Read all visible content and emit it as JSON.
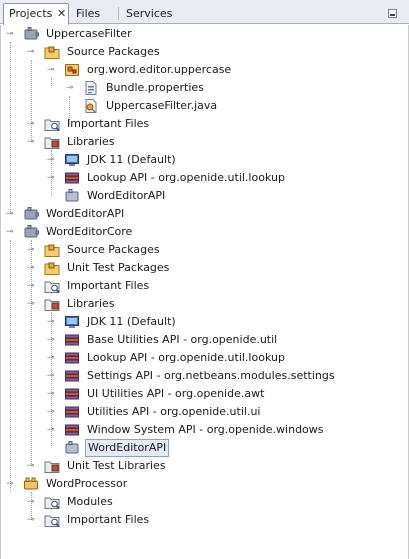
{
  "tabs": [
    {
      "label": "Projects",
      "active": true
    },
    {
      "label": "Files",
      "active": false
    },
    {
      "label": "Services",
      "active": false
    }
  ],
  "tab_close_glyph": "✕",
  "toggle_glyphs": {
    "expanded": "⊸",
    "collapsed": "⊸"
  },
  "tree": {
    "uppercase_filter": {
      "label": "UppercaseFilter",
      "source_packages": "Source Packages",
      "package": "org.word.editor.uppercase",
      "bundle_file": "Bundle.properties",
      "java_file": "UppercaseFilter.java",
      "important_files": "Important Files",
      "libraries": "Libraries",
      "lib_jdk": "JDK 11 (Default)",
      "lib_lookup": "Lookup API - org.openide.util.lookup",
      "lib_wordeditorapi": "WordEditorAPI"
    },
    "word_editor_api": {
      "label": "WordEditorAPI"
    },
    "word_editor_core": {
      "label": "WordEditorCore",
      "source_packages": "Source Packages",
      "unit_test_packages": "Unit Test Packages",
      "important_files": "Important Files",
      "libraries": "Libraries",
      "lib_jdk": "JDK 11 (Default)",
      "lib_base_utilities": "Base Utilities API - org.openide.util",
      "lib_lookup": "Lookup API - org.openide.util.lookup",
      "lib_settings": "Settings API - org.netbeans.modules.settings",
      "lib_ui_utilities": "UI Utilities API - org.openide.awt",
      "lib_utilities": "Utilities API - org.openide.util.ui",
      "lib_window_system": "Window System API - org.openide.windows",
      "lib_wordeditorapi": "WordEditorAPI",
      "unit_test_libraries": "Unit Test Libraries"
    },
    "word_processor": {
      "label": "WordProcessor",
      "modules": "Modules",
      "important_files": "Important Files"
    }
  },
  "icons": {
    "module": "puzzle-module-icon",
    "suite": "suite-icon",
    "source_packages": "source-packages-icon",
    "package": "package-icon",
    "properties_file": "properties-file-icon",
    "java_file": "java-file-icon",
    "important_files": "important-files-icon",
    "libraries": "libraries-icon",
    "jdk": "jdk-icon",
    "jar": "jar-library-icon",
    "module_dep": "module-dependency-icon"
  },
  "colors": {
    "tab_bg": "#e9ecf2",
    "selection_border": "#8aa1c8",
    "selection_fill": "#e4ebf7",
    "tree_lines": "#9ca4b0"
  }
}
